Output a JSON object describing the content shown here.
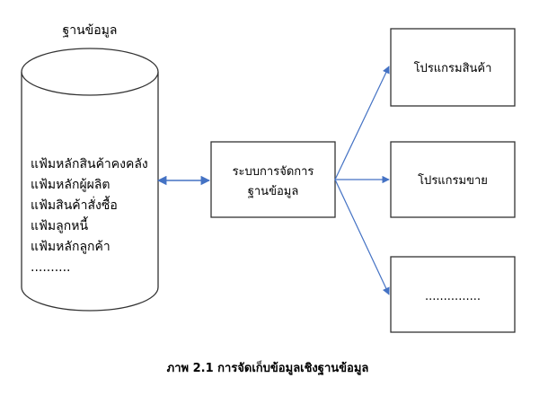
{
  "database": {
    "title": "ฐานข้อมูล",
    "files": [
      "แฟ้มหลักสินค้าคงคลัง",
      "แฟ้มหลักผู้ผลิต",
      "แฟ้มสินค้าสั่งซื้อ",
      "แฟ้มลูกหนี้",
      "แฟ้มหลักลูกค้า",
      ".........."
    ]
  },
  "dbms": {
    "line1": "ระบบการจัดการ",
    "line2": "ฐานข้อมูล"
  },
  "programs": [
    {
      "label": "โปรแกรมสินค้า"
    },
    {
      "label": "โปรแกรมขาย"
    },
    {
      "label": "..............."
    }
  ],
  "caption": "ภาพ 2.1 การจัดเก็บข้อมูลเชิงฐานข้อมูล",
  "colors": {
    "stroke": "#333333",
    "arrow": "#4472c4",
    "text": "#000000"
  }
}
